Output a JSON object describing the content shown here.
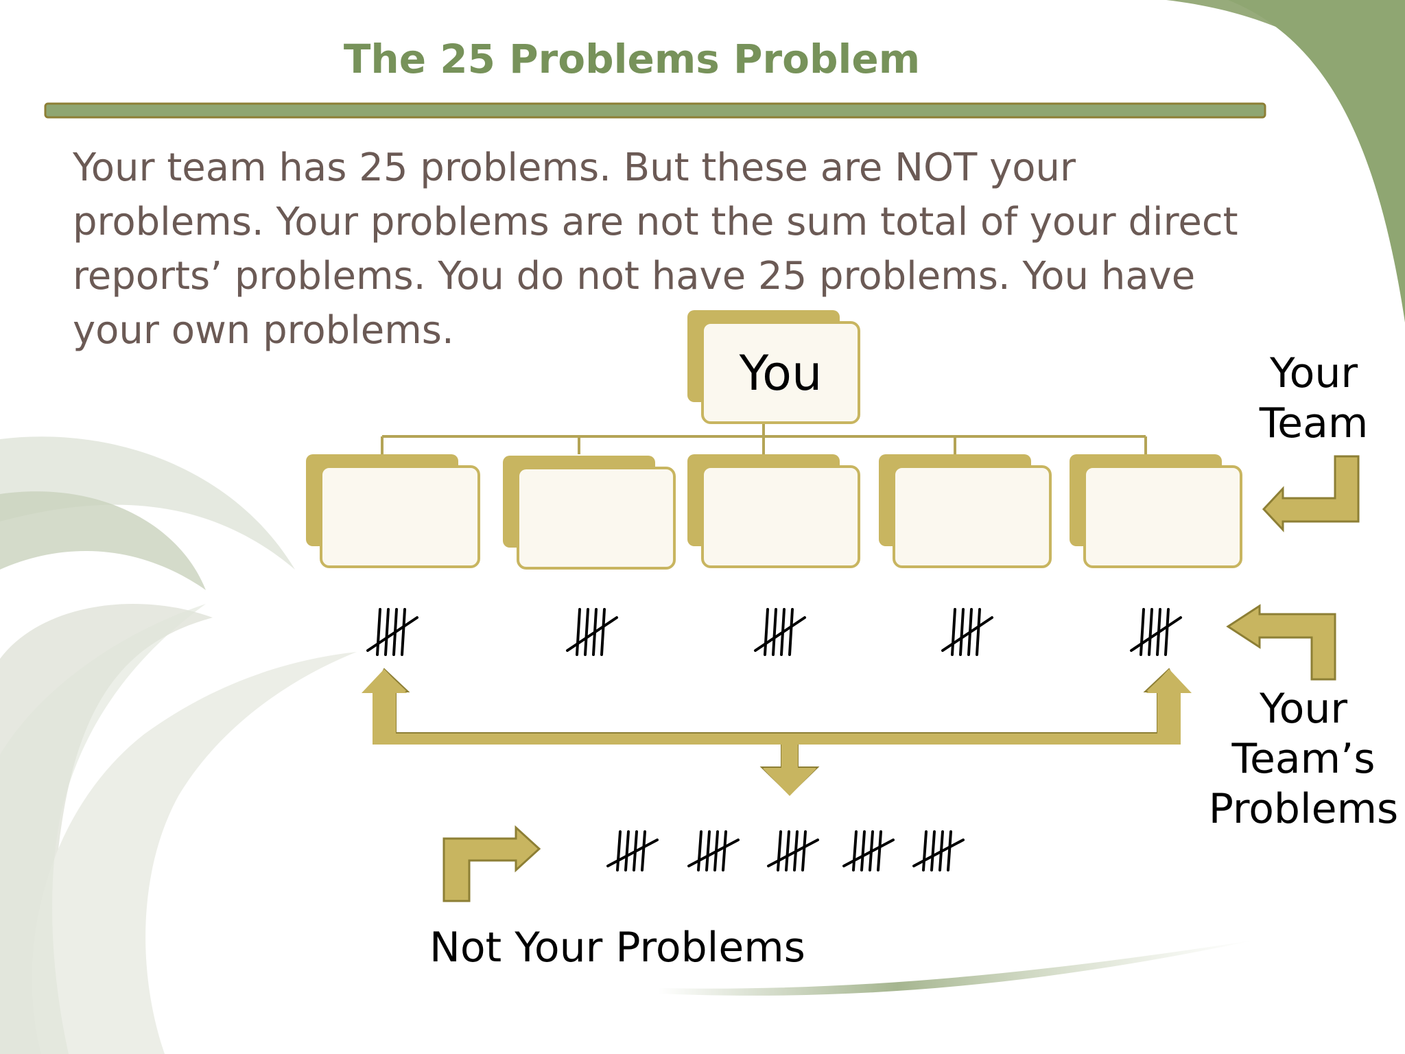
{
  "slide": {
    "title": "The 25 Problems Problem",
    "body": "Your team has 25 problems. But these are NOT your problems. Your problems are not the sum total of your direct reports’ problems. You do not have 25 problems. You have your own problems."
  },
  "diagram": {
    "top_box_label": "You",
    "team_box_count": 5,
    "labels": {
      "your_team": [
        "Your",
        "Team"
      ],
      "your_teams_problems": [
        "Your",
        "Team’s",
        "Problems"
      ],
      "not_your_problems": "Not Your Problems"
    },
    "tally_per_member": 5,
    "tally_groups_under_team": 5,
    "tally_groups_bottom": 5
  },
  "colors": {
    "accent": "#c8b560",
    "accent_dark": "#8d7f35",
    "title": "#77925a",
    "body_text": "#6b5a55",
    "swoosh": "#9bad83"
  }
}
